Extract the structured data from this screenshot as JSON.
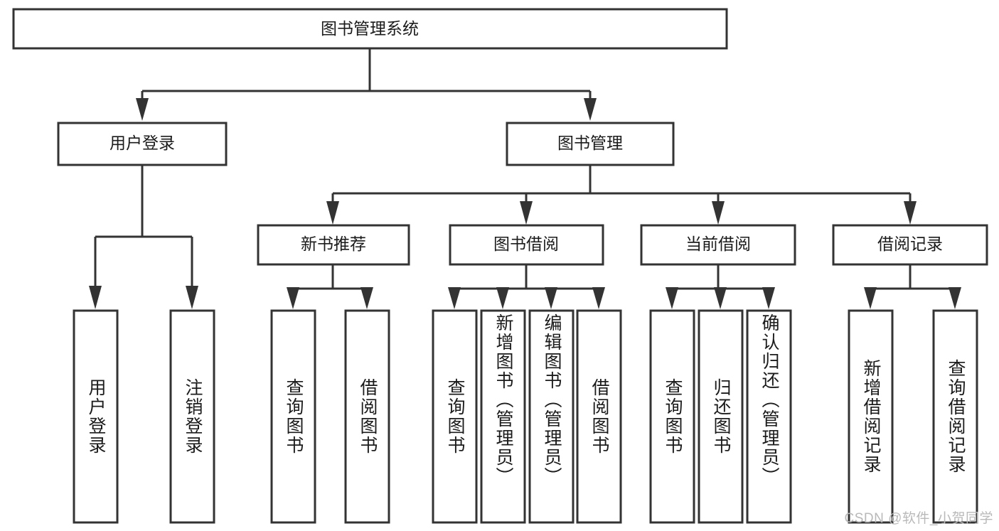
{
  "diagram": {
    "type": "tree",
    "title": "图书管理系统",
    "root": {
      "id": "root",
      "label": "图书管理系统",
      "orientation": "horizontal"
    },
    "level1": [
      {
        "id": "user-login",
        "label": "用户登录",
        "orientation": "horizontal"
      },
      {
        "id": "book-manage",
        "label": "图书管理",
        "orientation": "horizontal"
      }
    ],
    "level2": [
      {
        "id": "new-book-rec",
        "label": "新书推荐",
        "parent": "book-manage",
        "orientation": "horizontal"
      },
      {
        "id": "book-borrow",
        "label": "图书借阅",
        "parent": "book-manage",
        "orientation": "horizontal"
      },
      {
        "id": "current-borrow",
        "label": "当前借阅",
        "parent": "book-manage",
        "orientation": "horizontal"
      },
      {
        "id": "borrow-record",
        "label": "借阅记录",
        "parent": "book-manage",
        "orientation": "horizontal"
      }
    ],
    "leaves": [
      {
        "id": "leaf-user-login",
        "label": "用户登录",
        "parent": "user-login",
        "orientation": "vertical"
      },
      {
        "id": "leaf-logout-login",
        "label": "注销登录",
        "parent": "user-login",
        "orientation": "vertical"
      },
      {
        "id": "leaf-query-book-rec",
        "label": "查询图书",
        "parent": "new-book-rec",
        "orientation": "vertical"
      },
      {
        "id": "leaf-borrow-book-rec",
        "label": "借阅图书",
        "parent": "new-book-rec",
        "orientation": "vertical"
      },
      {
        "id": "leaf-query-book-borrow",
        "label": "查询图书",
        "parent": "book-borrow",
        "orientation": "vertical"
      },
      {
        "id": "leaf-add-book-admin",
        "label": "新增图书（管理员）",
        "parent": "book-borrow",
        "orientation": "vertical"
      },
      {
        "id": "leaf-edit-book-admin",
        "label": "编辑图书（管理员）",
        "parent": "book-borrow",
        "orientation": "vertical"
      },
      {
        "id": "leaf-borrow-book",
        "label": "借阅图书",
        "parent": "book-borrow",
        "orientation": "vertical"
      },
      {
        "id": "leaf-query-book-current",
        "label": "查询图书",
        "parent": "current-borrow",
        "orientation": "vertical"
      },
      {
        "id": "leaf-return-book",
        "label": "归还图书",
        "parent": "current-borrow",
        "orientation": "vertical"
      },
      {
        "id": "leaf-confirm-return-admin",
        "label": "确认归还（管理员）",
        "parent": "current-borrow",
        "orientation": "vertical"
      },
      {
        "id": "leaf-add-borrow-record",
        "label": "新增借阅记录",
        "parent": "borrow-record",
        "orientation": "vertical"
      },
      {
        "id": "leaf-query-borrow-record",
        "label": "查询借阅记录",
        "parent": "borrow-record",
        "orientation": "vertical"
      }
    ],
    "colors": {
      "stroke": "#333333",
      "fill": "#ffffff",
      "text": "#1b1b1b",
      "background": "#ffffff",
      "watermark": "#b9b9b9"
    }
  },
  "watermark": {
    "text": "CSDN @软件_小贺同学"
  }
}
